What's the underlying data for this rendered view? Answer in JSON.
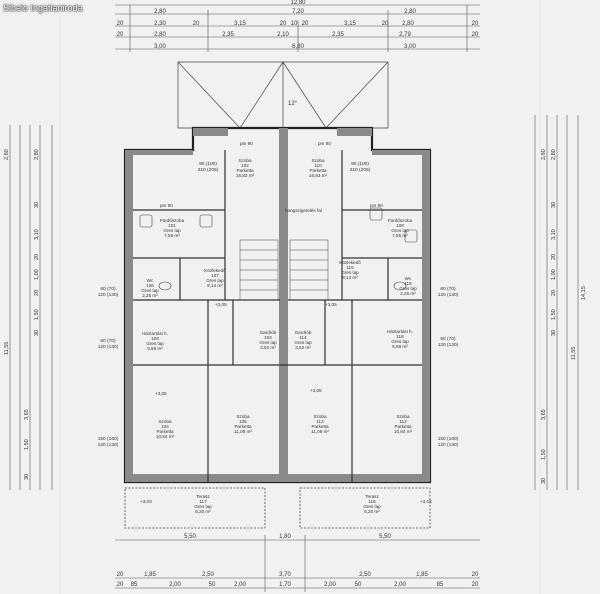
{
  "watermark": "Sibelo Ingatlaniroda",
  "top_dims": {
    "row1": [
      "12,80"
    ],
    "row2": [
      "2,80",
      "7,20",
      "2,80"
    ],
    "row3": [
      "20",
      "2,30",
      "20",
      "3,15",
      "20",
      "10",
      "20",
      "3,15",
      "20",
      "2,80",
      "20"
    ],
    "row4": [
      "20",
      "2,80",
      "2,35",
      "2,10",
      "2,35",
      "2,79",
      "20"
    ],
    "row5": [
      "3,00",
      "6,80",
      "3,00"
    ]
  },
  "bottom_dims": {
    "row1": [
      "5,50",
      "1,80",
      "5,50"
    ],
    "row2": [
      "20",
      "1,85",
      "2,50",
      "3,70",
      "2,50",
      "1,85",
      "20"
    ],
    "row3": [
      "20",
      "85",
      "2,00",
      "50",
      "2,00",
      "1,70",
      "2,00",
      "50",
      "2,00",
      "85",
      "20"
    ]
  },
  "left_dims": [
    "2,60",
    "2,80",
    "30",
    "3,10",
    "20",
    "1,00",
    "20",
    "1,50",
    "30",
    "11,55",
    "3,65",
    "1,50",
    "30"
  ],
  "right_dims": [
    "2,60",
    "2,80",
    "30",
    "3,10",
    "20",
    "1,00",
    "20",
    "1,50",
    "30",
    "14,15",
    "11,55",
    "3,65",
    "1,50",
    "30"
  ],
  "windows": [
    "90 (100)",
    "210 (205)",
    "60 (70)",
    "120 (130)",
    "150 (160)",
    "120 (130)"
  ],
  "labels": {
    "stairs_top": "12°",
    "pm": "pm 90",
    "hangszigetelés": "hangszigetelés fal",
    "height_305": "+3,05",
    "height_303": "+3,03"
  },
  "rooms": [
    {
      "name": "Szoba",
      "num": "102",
      "floor": "Parketta",
      "area": "16,83 m²"
    },
    {
      "name": "Szoba",
      "num": "110",
      "floor": "Parketta",
      "area": "16,83 m²"
    },
    {
      "name": "Fürdőszoba",
      "num": "101",
      "floor": "Gres lap",
      "area": "7,55 m²"
    },
    {
      "name": "Fürdőszoba",
      "num": "108",
      "floor": "Gres lap",
      "area": "7,55 m²"
    },
    {
      "name": "Közlekedő",
      "num": "107",
      "floor": "Gres lap",
      "area": "8,14 m²"
    },
    {
      "name": "Közlekedő",
      "num": "115",
      "floor": "Gres lap",
      "area": "8,14 m²"
    },
    {
      "name": "Wc",
      "num": "106",
      "floor": "Gres lap",
      "area": "2,25 m²"
    },
    {
      "name": "Wc",
      "num": "116",
      "floor": "Gres lap",
      "area": "2,25 m²"
    },
    {
      "name": "Háztartási h.",
      "num": "103",
      "floor": "Gres lap",
      "area": "5,69 m²"
    },
    {
      "name": "Háztartási h.",
      "num": "118",
      "floor": "Gres lap",
      "area": "5,69 m²"
    },
    {
      "name": "Gardrób",
      "num": "104",
      "floor": "Gres lap",
      "area": "3,52 m²"
    },
    {
      "name": "Gardrób",
      "num": "114",
      "floor": "Gres lap",
      "area": "3,52 m²"
    },
    {
      "name": "Szoba",
      "num": "104",
      "floor": "Parketta",
      "area": "10,84 m²"
    },
    {
      "name": "Szoba",
      "num": "105",
      "floor": "Parketta",
      "area": "11,06 m²"
    },
    {
      "name": "Szoba",
      "num": "113",
      "floor": "Parketta",
      "area": "11,06 m²"
    },
    {
      "name": "Szoba",
      "num": "112",
      "floor": "Parketta",
      "area": "10,84 m²"
    },
    {
      "name": "Terasz",
      "num": "117",
      "floor": "Gres lap",
      "area": "6,20 m²"
    },
    {
      "name": "Terasz",
      "num": "116",
      "floor": "Gres lap",
      "area": "6,20 m²"
    }
  ]
}
